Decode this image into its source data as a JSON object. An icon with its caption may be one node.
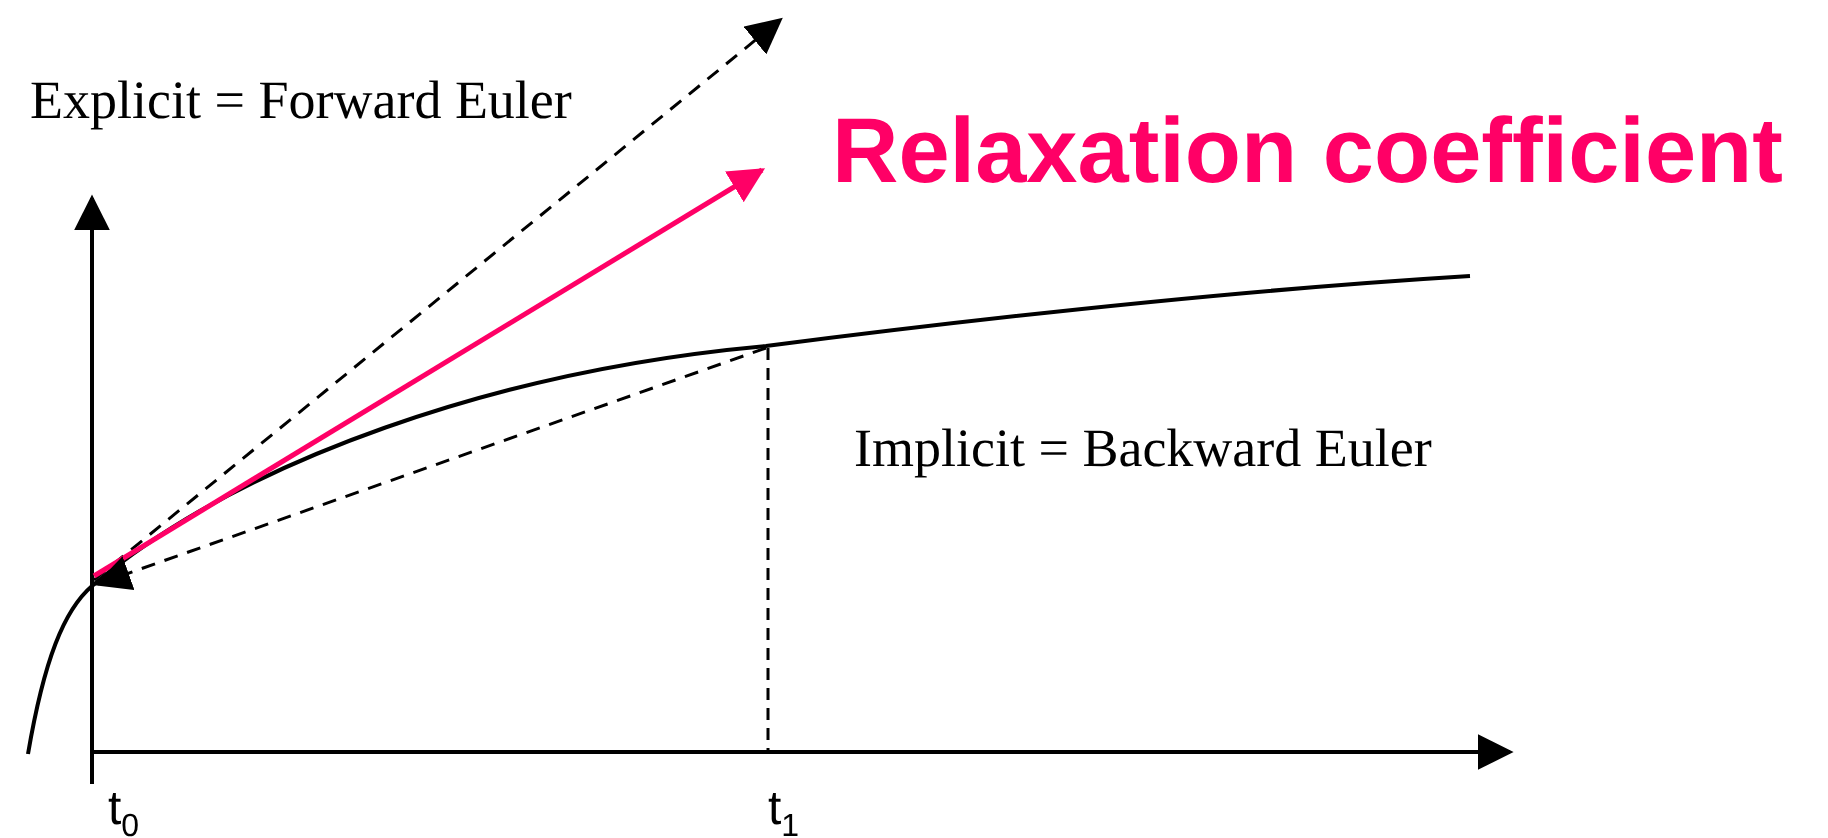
{
  "diagram": {
    "labels": [
      "Explicit = Forward Euler",
      "Relaxation coefficient",
      "Implicit = Backward Euler",
      "t$_{0}$",
      "t$_{1}$"
    ]
  }
}
